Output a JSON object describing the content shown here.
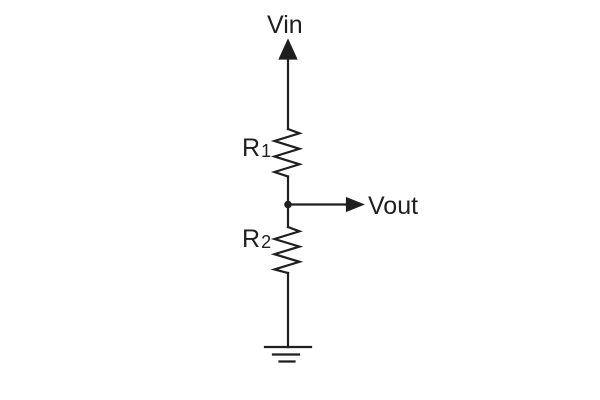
{
  "colors": {
    "line": "#1f1f1f",
    "background": "#ffffff"
  },
  "labels": {
    "vin": "Vin",
    "vout": "Vout",
    "r1": {
      "base": "R",
      "sub": "1"
    },
    "r2": {
      "base": "R",
      "sub": "2"
    }
  }
}
